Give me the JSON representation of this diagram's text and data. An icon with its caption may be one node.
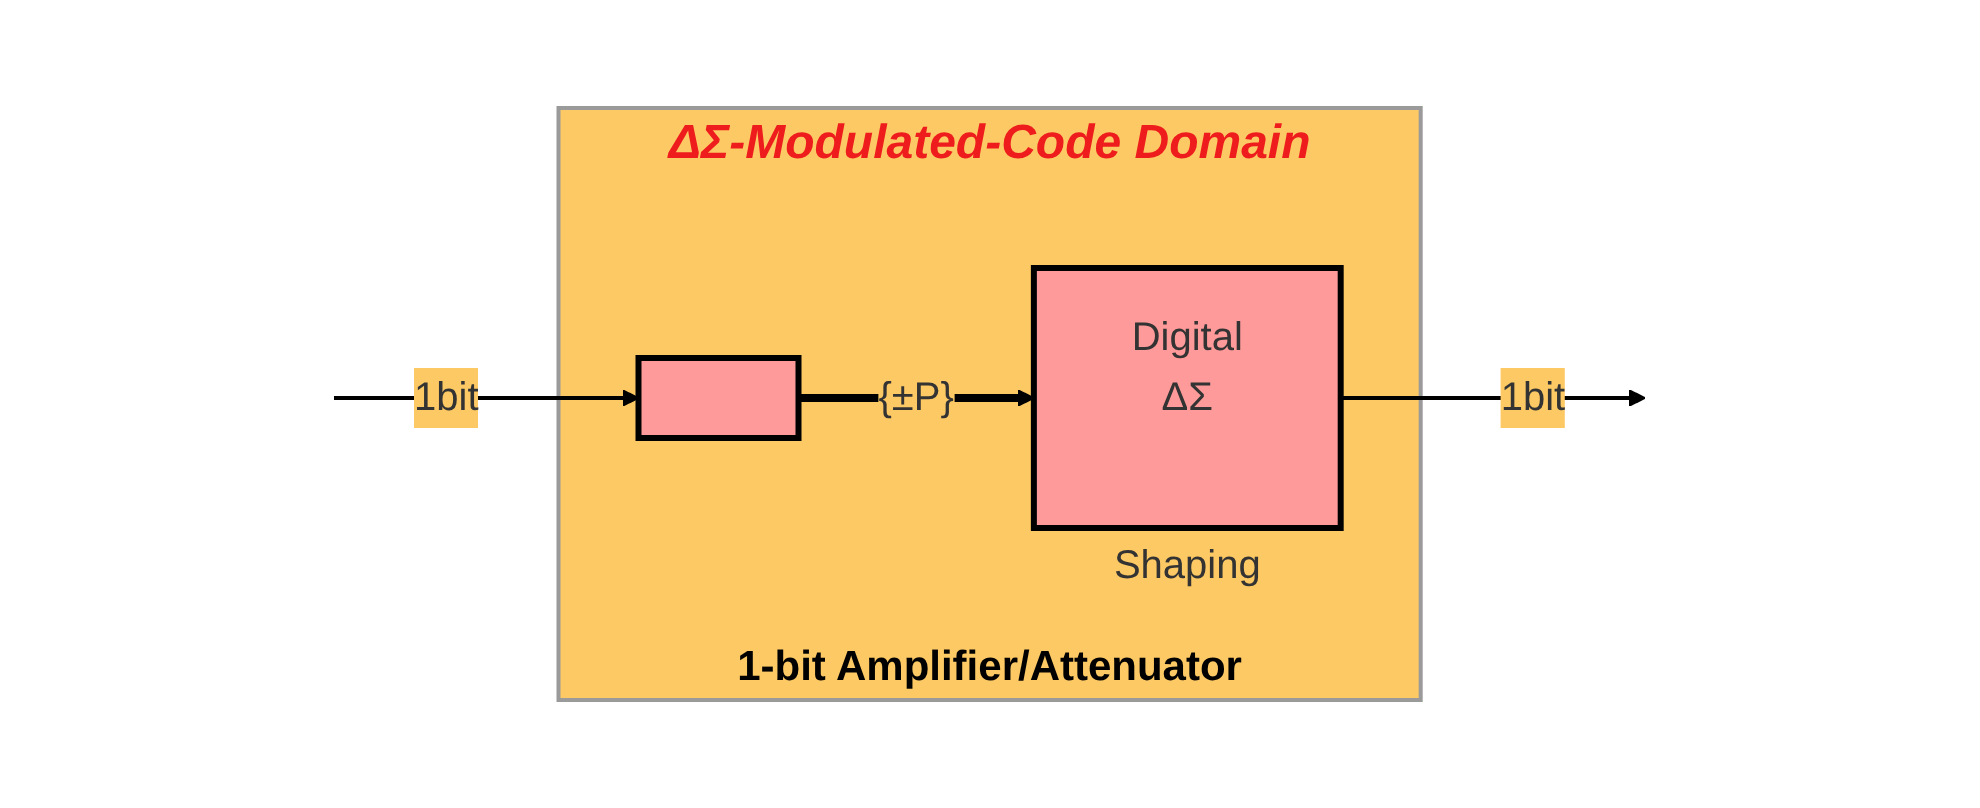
{
  "diagram": {
    "nodes": [
      {
        "text": [
          "ΔΣ-Modulated-Code Domain",
          "1-bit Amplifier/Attenuator"
        ]
      },
      {
        "text": [],
        "shape": "box",
        "in": 0
      },
      {
        "text": [
          "Digital",
          "ΔΣ"
        ],
        "beside": [
          "Shaping"
        ],
        "in": 0
      }
    ],
    "edges": [
      {
        "from": null,
        "to": 1,
        "arrow": "to",
        "label": "1bit"
      },
      {
        "from": 1,
        "to": 2,
        "arrow": "to",
        "label": "{±P}",
        "style": "thick"
      },
      {
        "from": 2,
        "to": null,
        "arrow": "to",
        "label": "1bit"
      }
    ]
  }
}
